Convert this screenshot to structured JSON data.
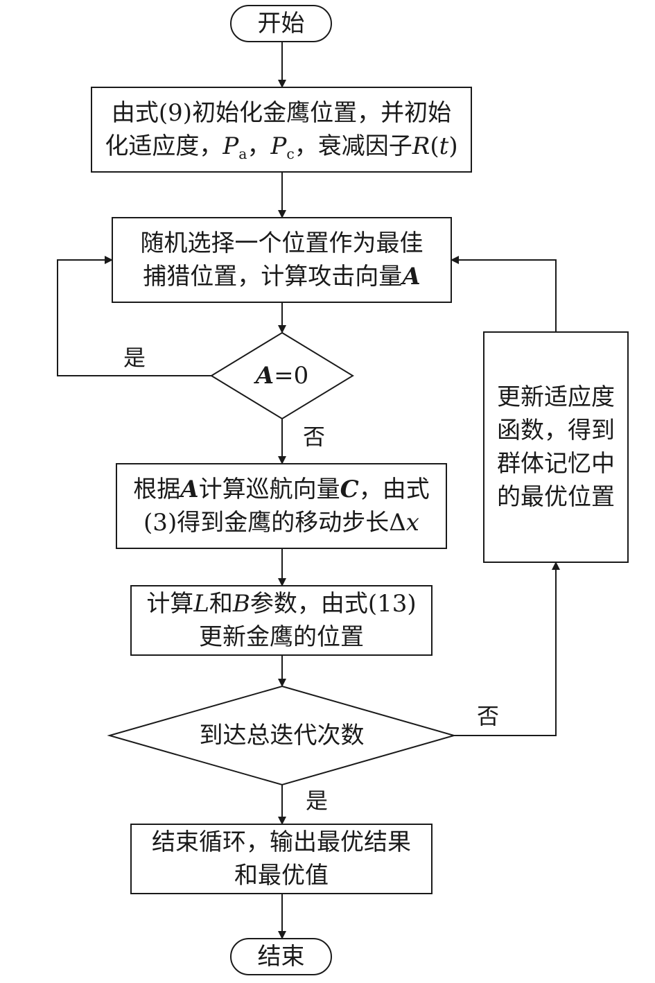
{
  "start": "开始",
  "init": {
    "p1": "由式(9)初始化金鹰位置，并初始",
    "p2": "化适应度，",
    "pa_sym": "P",
    "pa_sub": "a",
    "sep1": "，",
    "pc_sym": "P",
    "pc_sub": "c",
    "p3": "，衰减因子",
    "r_sym": "R",
    "paren_open": "(",
    "t_sym": "t",
    "paren_close": ")"
  },
  "select": {
    "line1": "随机选择一个位置作为最佳",
    "line2": "捕猎位置，计算攻击向量",
    "a_sym": "A"
  },
  "decision_a": {
    "a_sym": "A",
    "rest": "=0"
  },
  "cruise": {
    "p1": "根据",
    "a_sym": "A",
    "p2": "计算巡航向量",
    "c_sym": "C",
    "p3": "，由式",
    "line2": "(3)得到金鹰的移动步长Δ",
    "x_sym": "x"
  },
  "update": {
    "p1": "计算",
    "l_sym": "L",
    "p2": "和",
    "b_sym": "B",
    "p3": "参数，由式(13)",
    "line2": "更新金鹰的位置"
  },
  "decision_iter": "到达总迭代次数",
  "end_loop": {
    "line1": "结束循环，输出最优结果",
    "line2": "和最优值"
  },
  "fitness": {
    "line1": "更新适应度",
    "line2": "函数，得到",
    "line3": "群体记忆中",
    "line4": "的最优位置"
  },
  "finish": "结束",
  "labels": {
    "yes_a": "是",
    "no_a": "否",
    "no_iter": "否",
    "yes_iter": "是"
  }
}
